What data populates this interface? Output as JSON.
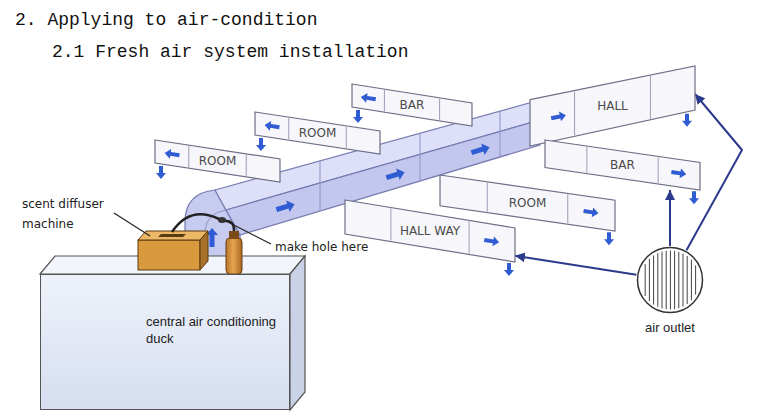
{
  "diagram": {
    "title": "2. Applying to air-condition",
    "nodes": [
      {
        "text": [
          "BAR"
        ]
      },
      {
        "text": [
          "HALL"
        ]
      },
      {
        "text": [
          "ROOM"
        ]
      },
      {
        "text": [
          "BAR"
        ]
      },
      {
        "text": [
          "ROOM"
        ]
      },
      {
        "text": [
          "ROOM"
        ]
      },
      {
        "text": [
          "HALL WAY"
        ]
      },
      {
        "text": [
          "air outlet"
        ]
      },
      {
        "text": [
          "central air conditioning duck"
        ]
      }
    ],
    "edges": [
      {
        "from": 7,
        "to": 1,
        "arrow": "to"
      },
      {
        "from": 7,
        "to": 3,
        "arrow": "to"
      },
      {
        "from": 7,
        "to": 6,
        "arrow": "to"
      }
    ],
    "labels": [
      "2.1 Fresh air system installation",
      "scent diffuser machine",
      "make hole here"
    ]
  }
}
